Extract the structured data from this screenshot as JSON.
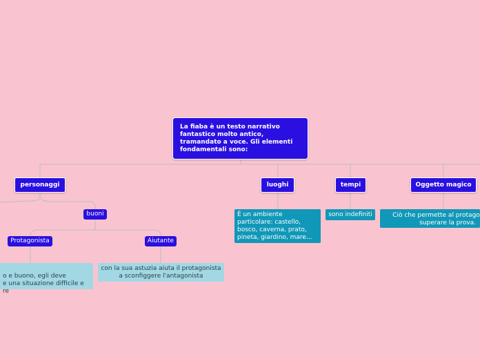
{
  "central": {
    "text": "La fiaba è un testo narrativo fantastico molto antico, tramandato a voce. Gli elementi fondamentali sono:"
  },
  "branches": {
    "personaggi": {
      "label": "personaggi",
      "buoni": {
        "label": "buoni",
        "protagonista": {
          "label": "Protagonista",
          "note": "o e buono, egli deve\ne una situazione difficile e\nre"
        },
        "aiutante": {
          "label": "Aiutante",
          "note": "con la sua astuzia aiuta il protagonista a sconfiggere l'antagonista"
        }
      }
    },
    "luoghi": {
      "label": "luoghi",
      "note": "È un ambiente particolare: castello, bosco, caverna, prato, pineta, giardino, mare..."
    },
    "tempi": {
      "label": "tempi",
      "note": "sono indefiniti"
    },
    "oggetto": {
      "label": "Oggetto magico",
      "note": "Ciò che permette al protagonista di superare la prova."
    }
  },
  "colors": {
    "background": "#f9c4cf",
    "node": "#2a10e0",
    "note_dark": "#1198b8",
    "note_light": "#a2d8e4",
    "connector": "#bcbcbc"
  }
}
